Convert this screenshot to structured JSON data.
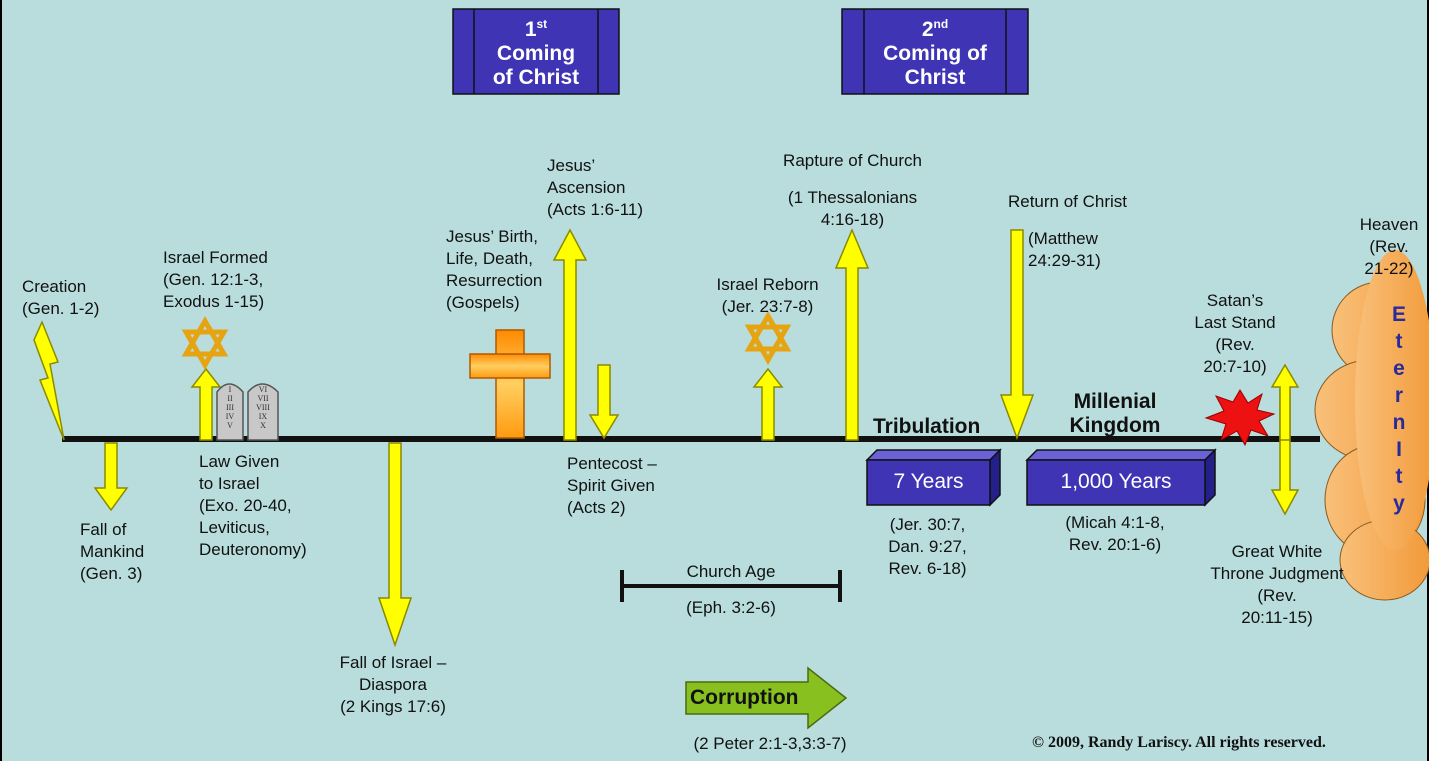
{
  "colors": {
    "background": "#b9dddd",
    "timeline": "#111111",
    "arrow_fill": "#ffff00",
    "arrow_stroke": "#8a8a00",
    "box_fill": "#3e34b4",
    "corruption_arrow": "#88c020",
    "eternity_cloud": "#f4a54c",
    "star_of_david": "#e6a312",
    "burst": "#ee1111"
  },
  "boxes": {
    "first_coming": {
      "ordinal": "1",
      "suffix": "st",
      "line1": "Coming",
      "line2": "of Christ"
    },
    "second_coming": {
      "ordinal": "2",
      "suffix": "nd",
      "line1": "Coming of",
      "line2": "Christ"
    },
    "seven_years": "7 Years",
    "thousand_years": "1,000 Years"
  },
  "events": {
    "creation": "Creation\n(Gen. 1-2)",
    "fall_mankind": "Fall of\nMankind\n(Gen. 3)",
    "israel_formed": "Israel Formed\n(Gen. 12:1-3,\nExodus 1-15)",
    "law_given": "Law Given\nto Israel\n(Exo. 20-40,\nLeviticus,\nDeuteronomy)",
    "fall_israel": "Fall of Israel –\nDiaspora\n(2 Kings 17:6)",
    "jesus_birth": "Jesus’ Birth,\nLife, Death,\nResurrection\n(Gospels)",
    "ascension": "Jesus’\nAscension\n(Acts 1:6-11)",
    "pentecost": "Pentecost –\nSpirit Given\n(Acts 2)",
    "church_age": "Church Age",
    "church_age_ref": "(Eph. 3:2-6)",
    "corruption": "Corruption",
    "corruption_ref": "(2 Peter 2:1-3,3:3-7)",
    "israel_reborn": "Israel Reborn\n(Jer. 23:7-8)",
    "rapture": "Rapture of Church",
    "rapture_ref": "(1 Thessalonians\n4:16-18)",
    "tribulation": "Tribulation",
    "tribulation_ref": "(Jer. 30:7,\nDan. 9:27,\nRev. 6-18)",
    "return": "Return of Christ",
    "return_ref": "(Matthew\n24:29-31)",
    "millenial": "Millenial\nKingdom",
    "millenial_ref": "(Micah 4:1-8,\nRev. 20:1-6)",
    "satan": "Satan’s\nLast Stand\n(Rev.\n20:7-10)",
    "great_white": "Great White\nThrone Judgment\n(Rev.\n20:11-15)",
    "heaven": "Heaven\n(Rev.\n21-22)"
  },
  "eternity_letters": [
    "E",
    "t",
    "e",
    "r",
    "n",
    "I",
    "t",
    "y"
  ],
  "tablets": {
    "left": "I\nII\nIII\nIV\nV",
    "right": "VI\nVII\nVIII\nIX\nX"
  },
  "copyright": "© 2009, Randy Lariscy. All rights reserved."
}
